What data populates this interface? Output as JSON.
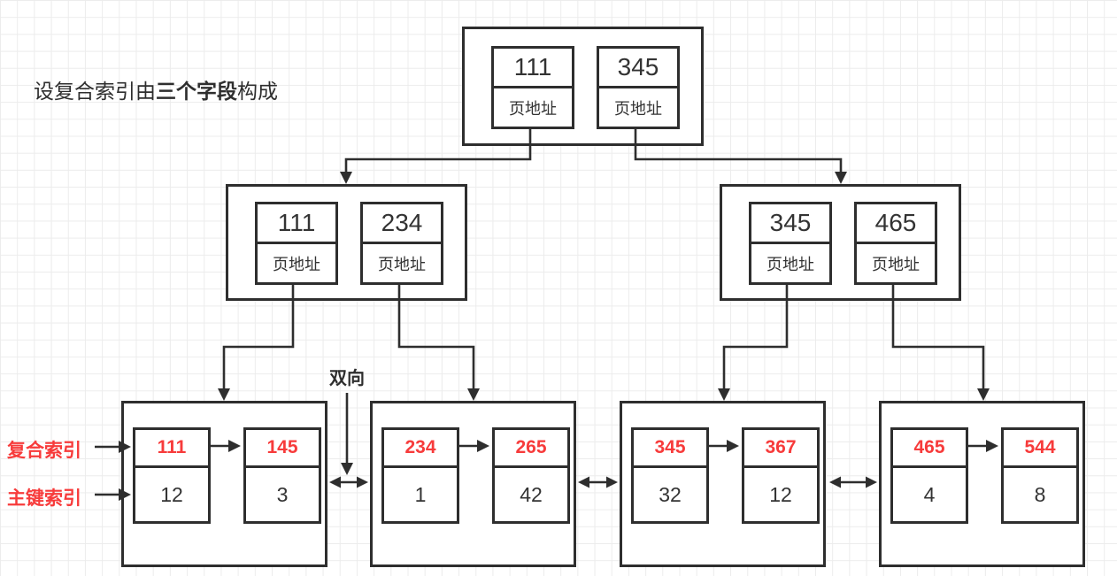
{
  "title": {
    "prefix": "设复合索引由",
    "emphasis": "三个字段",
    "suffix": "构成"
  },
  "labels": {
    "page_address": "页地址",
    "bidirectional": "双向",
    "composite_index": "复合索引",
    "primary_key_index": "主键索引"
  },
  "colors": {
    "stroke": "#2e2e2e",
    "accent_red": "#f73b3b",
    "grid_line": "#ececec",
    "background": "#ffffff",
    "node_fill": "#ffffff"
  },
  "tree": {
    "root": {
      "keys": [
        "111",
        "345"
      ]
    },
    "internal_left": {
      "keys": [
        "111",
        "234"
      ]
    },
    "internal_right": {
      "keys": [
        "345",
        "465"
      ]
    },
    "leaves": [
      {
        "composite_keys": [
          "111",
          "145"
        ],
        "primary_keys": [
          "12",
          "3"
        ]
      },
      {
        "composite_keys": [
          "234",
          "265"
        ],
        "primary_keys": [
          "1",
          "42"
        ]
      },
      {
        "composite_keys": [
          "345",
          "367"
        ],
        "primary_keys": [
          "32",
          "12"
        ]
      },
      {
        "composite_keys": [
          "465",
          "544"
        ],
        "primary_keys": [
          "4",
          "8"
        ]
      }
    ]
  }
}
